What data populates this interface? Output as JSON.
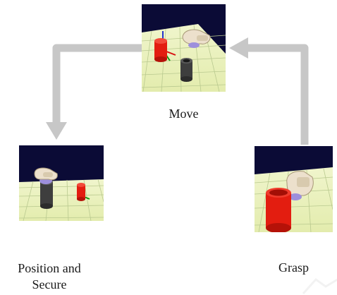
{
  "colors": {
    "sky": "#0b0b36",
    "floor": "#e8f0b6",
    "grid": "#b9c98f",
    "arrow": "#c7c7c7",
    "red_object": "#e31d10",
    "dark_object": "#3e3e3e",
    "hand": "#ece0cc",
    "held_disc": "#9d8fdc"
  },
  "stages": [
    {
      "id": "move",
      "label": "Move"
    },
    {
      "id": "position",
      "label": "Position and\nSecure"
    },
    {
      "id": "grasp",
      "label": "Grasp"
    }
  ],
  "icons": {
    "panel_scene": "robot-hand-scene-icon",
    "arrow": "cycle-arrow-icon"
  }
}
